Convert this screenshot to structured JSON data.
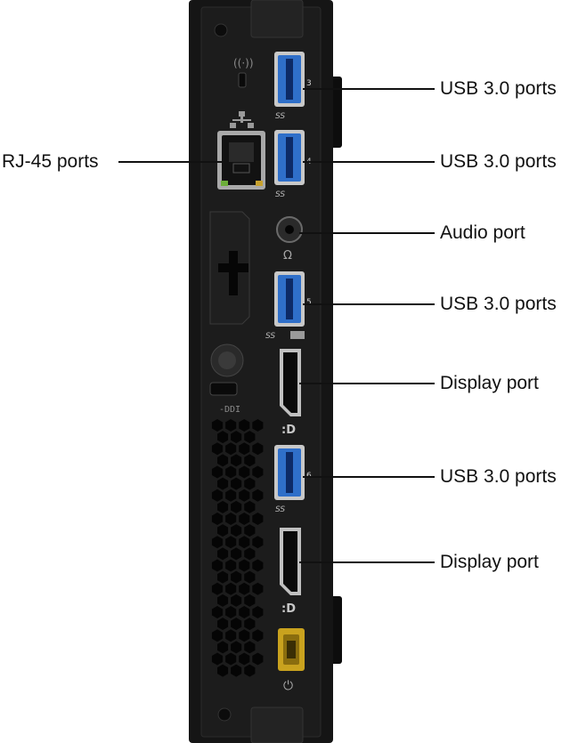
{
  "labels": {
    "rj45": "RJ-45 ports",
    "usb_1": "USB 3.0 ports",
    "usb_2": "USB 3.0 ports",
    "audio": "Audio port",
    "usb_3": "USB 3.0 ports",
    "display_1": "Display port",
    "usb_4": "USB 3.0 ports",
    "display_2": "Display port"
  },
  "port_numbers": {
    "usb_1": "3",
    "usb_2": "4",
    "usb_3": "5",
    "usb_4": "6"
  },
  "usb_logo": "SS",
  "colors": {
    "case": "#151515",
    "usb_blue": "#2f6fc9",
    "power_yellow": "#c9a21e"
  }
}
